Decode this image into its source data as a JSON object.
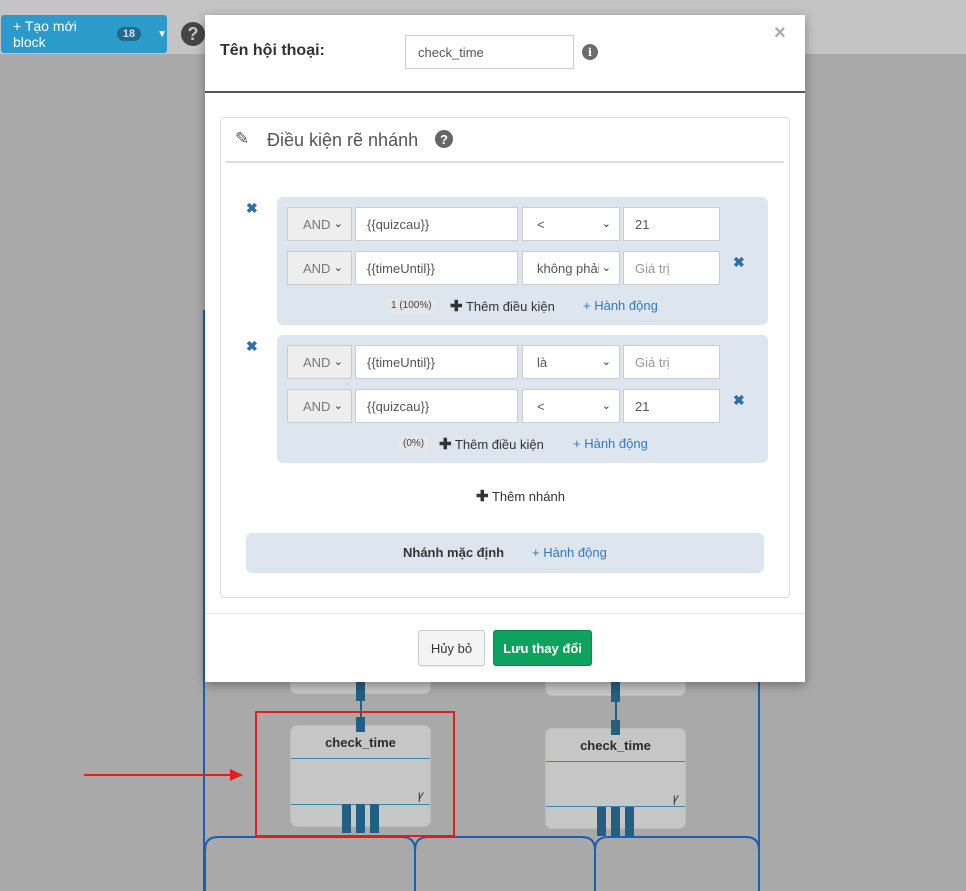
{
  "toolbar": {
    "new_block_label": "+ Tạo mới block",
    "new_block_count": "18",
    "help_glyph": "?"
  },
  "flow": {
    "nodes": [
      {
        "title": "check_time",
        "icon": "ꝩ"
      },
      {
        "title": "check_time",
        "icon": "ꝩ"
      }
    ]
  },
  "modal": {
    "name_label": "Tên hội thoại:",
    "name_value": "check_time",
    "info_icon": "i",
    "close_glyph": "×",
    "section_title": "Điều kiện rẽ nhánh",
    "section_help": "?",
    "branches": [
      {
        "conditions": [
          {
            "logic": "AND",
            "variable": "{{quizcau}}",
            "operator": "<",
            "value": "21",
            "value_placeholder": ""
          },
          {
            "logic": "AND",
            "variable": "{{timeUntil}}",
            "operator": "không phải",
            "value": "",
            "value_placeholder": "Giá trị"
          }
        ],
        "percent": "1 (100%)",
        "add_condition": "Thêm điều kiện",
        "add_action": "+ Hành động"
      },
      {
        "conditions": [
          {
            "logic": "AND",
            "variable": "{{timeUntil}}",
            "operator": "là",
            "value": "",
            "value_placeholder": "Giá trị"
          },
          {
            "logic": "AND",
            "variable": "{{quizcau}}",
            "operator": "<",
            "value": "21",
            "value_placeholder": ""
          }
        ],
        "percent": "(0%)",
        "add_condition": "Thêm điều kiện",
        "add_action": "+ Hành động"
      }
    ],
    "add_branch": "Thêm nhánh",
    "default_branch_label": "Nhánh mặc định",
    "default_branch_action": "+ Hành động",
    "cancel_label": "Hủy bỏ",
    "save_label": "Lưu thay đổi"
  },
  "colors": {
    "accent_blue": "#2b9bcb",
    "save_green": "#0da35e",
    "link_blue": "#337ab7",
    "highlight_red": "#e02020",
    "branch_bg": "#dde6ee"
  }
}
